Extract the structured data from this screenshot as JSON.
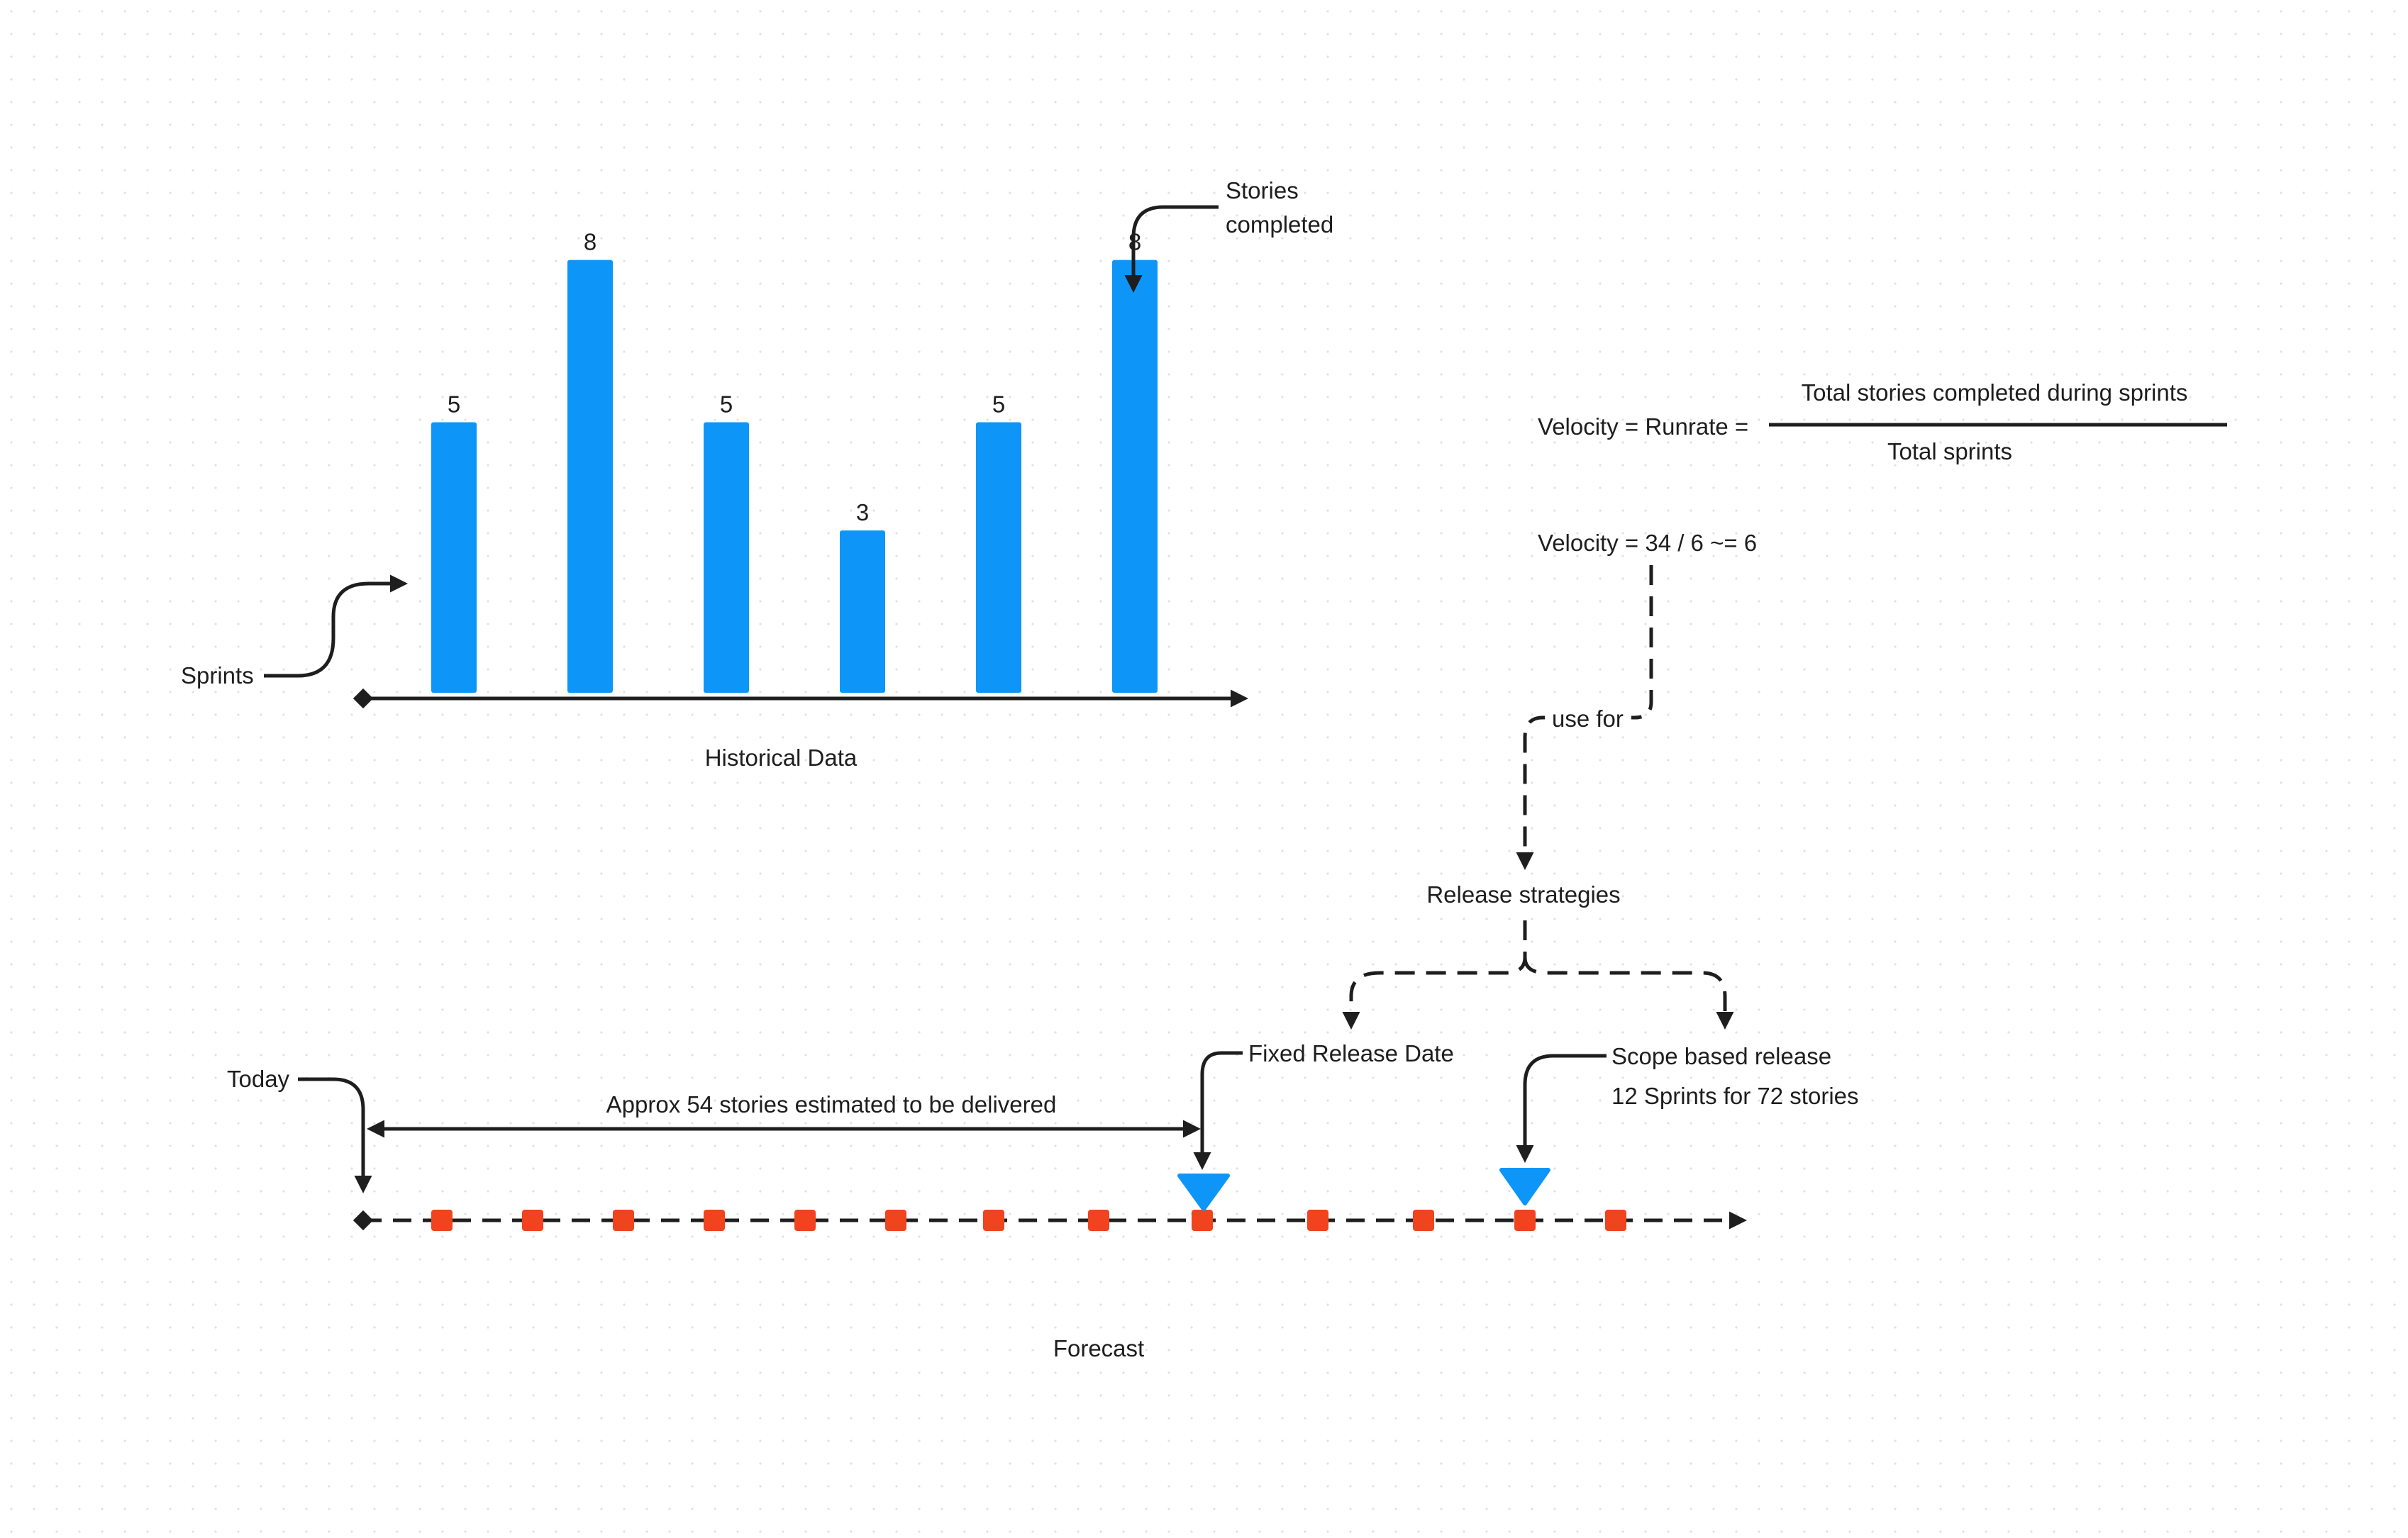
{
  "colors": {
    "bar": "#0D96F8",
    "milestone_marker": "#0D96F8",
    "sprint_marker": "#F0431E",
    "line": "#1e1e1e",
    "background_dot": "#e2e2e2"
  },
  "historical": {
    "label": "Historical Data",
    "sprints_label": "Sprints",
    "stories_label_line1": "Stories",
    "stories_label_line2": "completed",
    "bar_values": [
      5,
      8,
      5,
      3,
      5,
      8
    ]
  },
  "formula": {
    "lhs": "Velocity = Runrate =",
    "numerator": "Total stories completed during sprints",
    "denominator": "Total sprints",
    "calc": "Velocity = 34 / 6 ~= 6",
    "use_for": "use for"
  },
  "strategies": {
    "title": "Release strategies",
    "fixed": "Fixed Release Date",
    "scope": "Scope based release",
    "scope_detail": "12 Sprints for 72 stories"
  },
  "forecast": {
    "today": "Today",
    "approx": "Approx 54 stories estimated to be delivered",
    "label": "Forecast",
    "sprint_count": 13
  }
}
